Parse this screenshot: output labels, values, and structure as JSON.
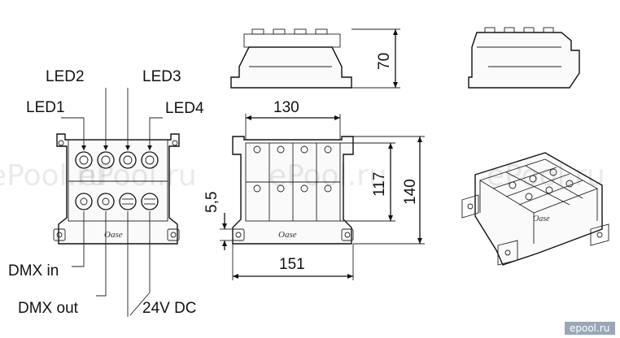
{
  "labels": {
    "led1": "LED1",
    "led2": "LED2",
    "led3": "LED3",
    "led4": "LED4",
    "dmx_in": "DMX in",
    "dmx_out": "DMX out",
    "power": "24V DC"
  },
  "dimensions": {
    "width_top": "130",
    "width_bottom": "151",
    "height_side": "70",
    "depth_inner": "117",
    "depth_outer": "140",
    "offset": "5,5"
  },
  "brand": {
    "logo_text": "Oase",
    "watermark": "ePool.ru",
    "site_badge": "epool.ru"
  }
}
